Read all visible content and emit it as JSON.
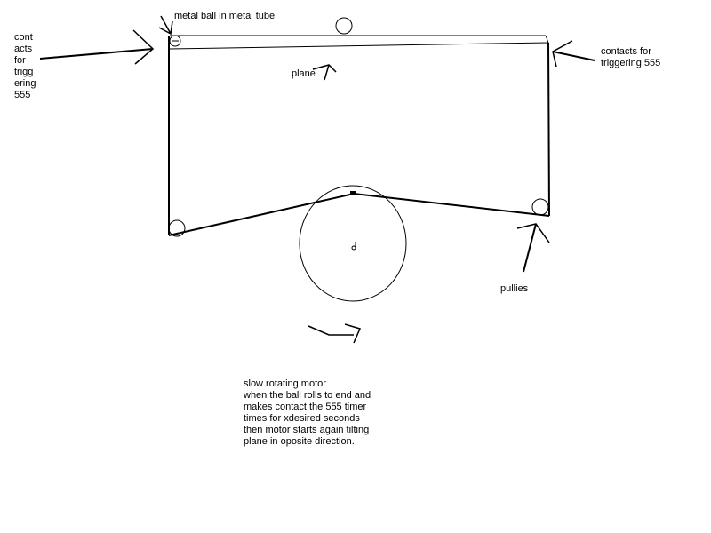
{
  "labels": {
    "contacts_left": "cont\nacts\nfor\ntrigg\nering\n555",
    "metal_ball": "metal ball in metal tube",
    "plane": "plane",
    "contacts_right": "contacts for\ntriggering 555",
    "pullies": "pullies",
    "description": "slow rotating motor\nwhen the ball rolls to end and\nmakes contact the 555 timer\ntimes for xdesired seconds\nthen motor starts again tilting\nplane in oposite direction."
  },
  "colors": {
    "ink": "#000000",
    "background": "#ffffff"
  }
}
